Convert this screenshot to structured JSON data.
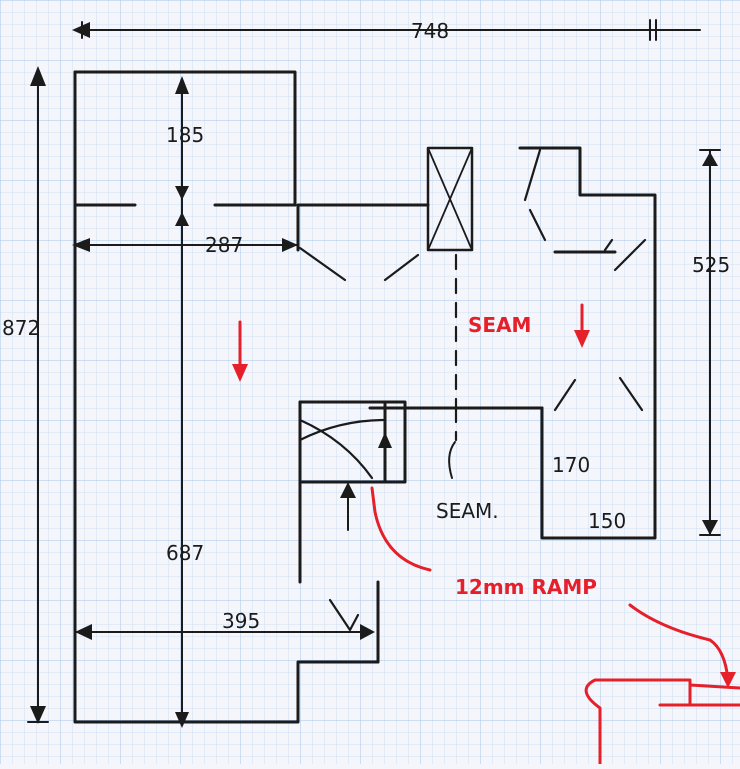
{
  "dimensions": {
    "overall_width": "748",
    "overall_height": "872",
    "top_room_depth": "185",
    "top_room_width": "287",
    "right_block_height": "525",
    "left_room_height": "687",
    "lower_width": "395",
    "right_room_depth": "170",
    "right_room_width": "150"
  },
  "annotations": {
    "seam_upper": "SEAM",
    "seam_lower": "SEAM.",
    "ramp": "12mm RAMP"
  },
  "colors": {
    "ink": "#1b1b1b",
    "annotation": "#e5202a",
    "grid": "#a9c6e8"
  }
}
